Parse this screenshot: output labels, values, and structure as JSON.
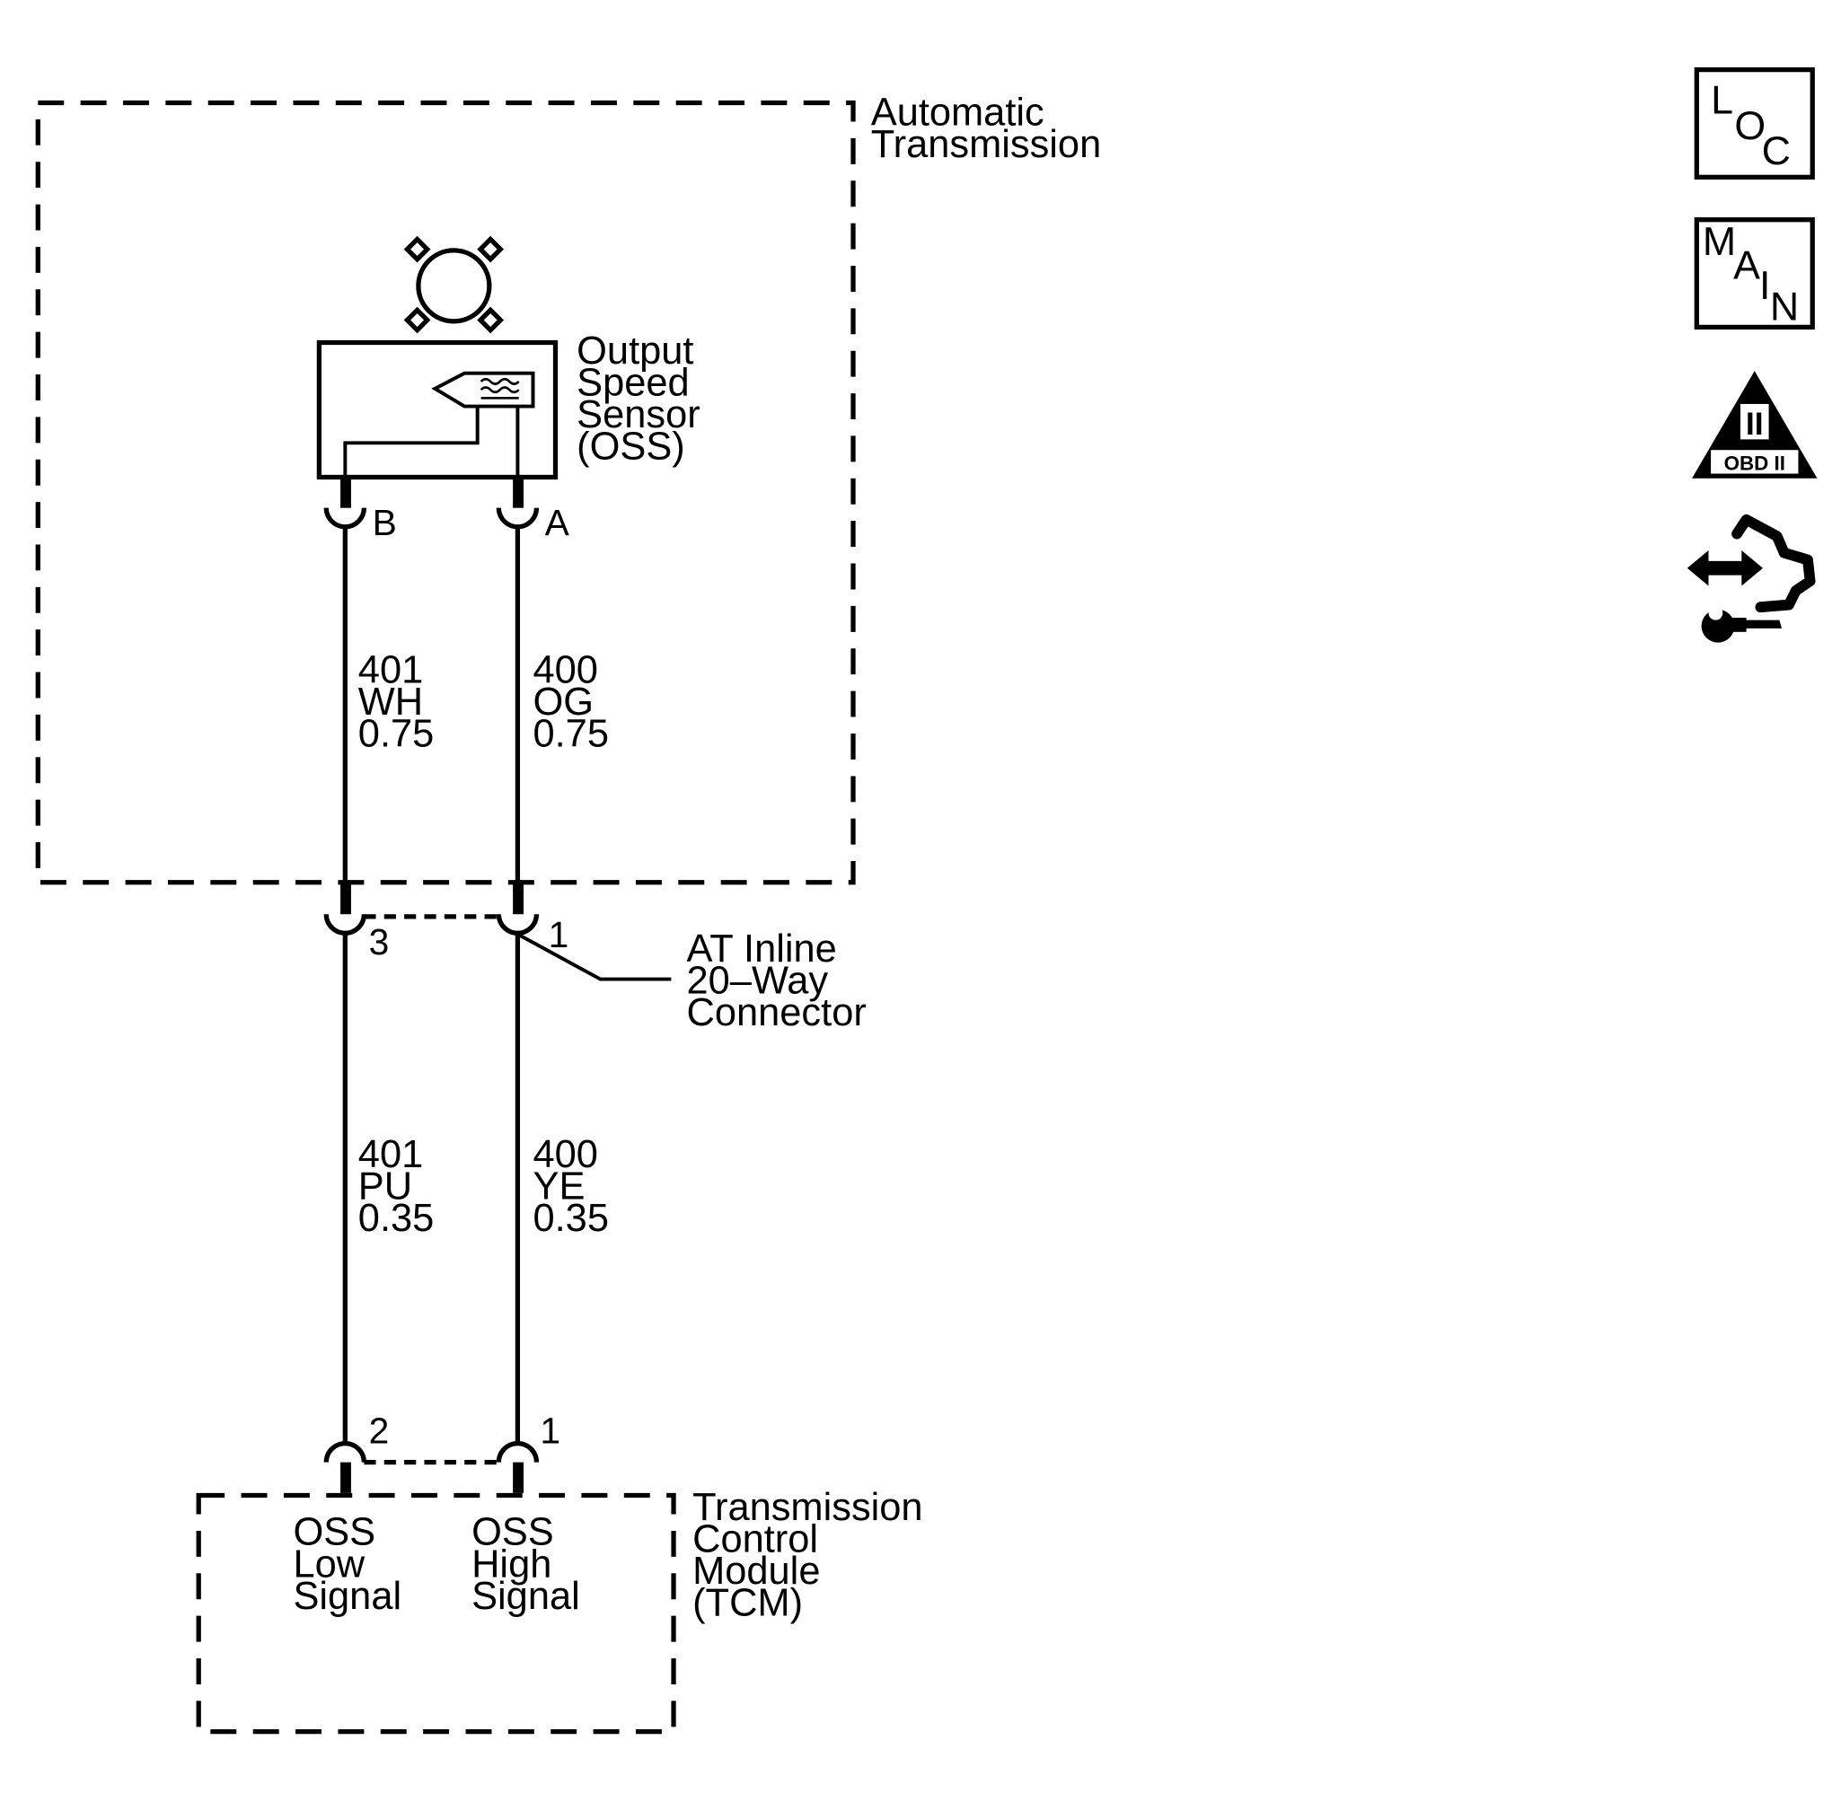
{
  "components": {
    "automatic_transmission": {
      "label_lines": [
        "Automatic",
        "Transmission"
      ]
    },
    "oss": {
      "label_lines": [
        "Output",
        "Speed",
        "Sensor",
        "(OSS)"
      ],
      "pin_b": "B",
      "pin_a": "A"
    },
    "inline_connector": {
      "label_lines": [
        "AT Inline",
        "20–Way",
        "Connector"
      ],
      "pin_left": "3",
      "pin_right": "1"
    },
    "tcm": {
      "label_lines": [
        "Transmission",
        "Control",
        "Module",
        "(TCM)"
      ],
      "pin_left": "2",
      "pin_right": "1",
      "terminal_left_lines": [
        "OSS",
        "Low",
        "Signal"
      ],
      "terminal_right_lines": [
        "OSS",
        "High",
        "Signal"
      ]
    }
  },
  "wires": {
    "upper_left": {
      "circuit": "401",
      "color": "WH",
      "gauge": "0.75"
    },
    "upper_right": {
      "circuit": "400",
      "color": "OG",
      "gauge": "0.75"
    },
    "lower_left": {
      "circuit": "401",
      "color": "PU",
      "gauge": "0.35"
    },
    "lower_right": {
      "circuit": "400",
      "color": "YE",
      "gauge": "0.35"
    }
  },
  "side_icons": {
    "loc": {
      "letters": [
        "L",
        "O",
        "C"
      ],
      "icon": "location-icon"
    },
    "main": {
      "letters": [
        "M",
        "A",
        "I",
        "N"
      ],
      "icon": "main-icon"
    },
    "obd": {
      "symbol": "II",
      "label": "OBD II",
      "icon": "obd-ii-icon"
    },
    "service": {
      "icon": "repair-service-icon"
    }
  }
}
